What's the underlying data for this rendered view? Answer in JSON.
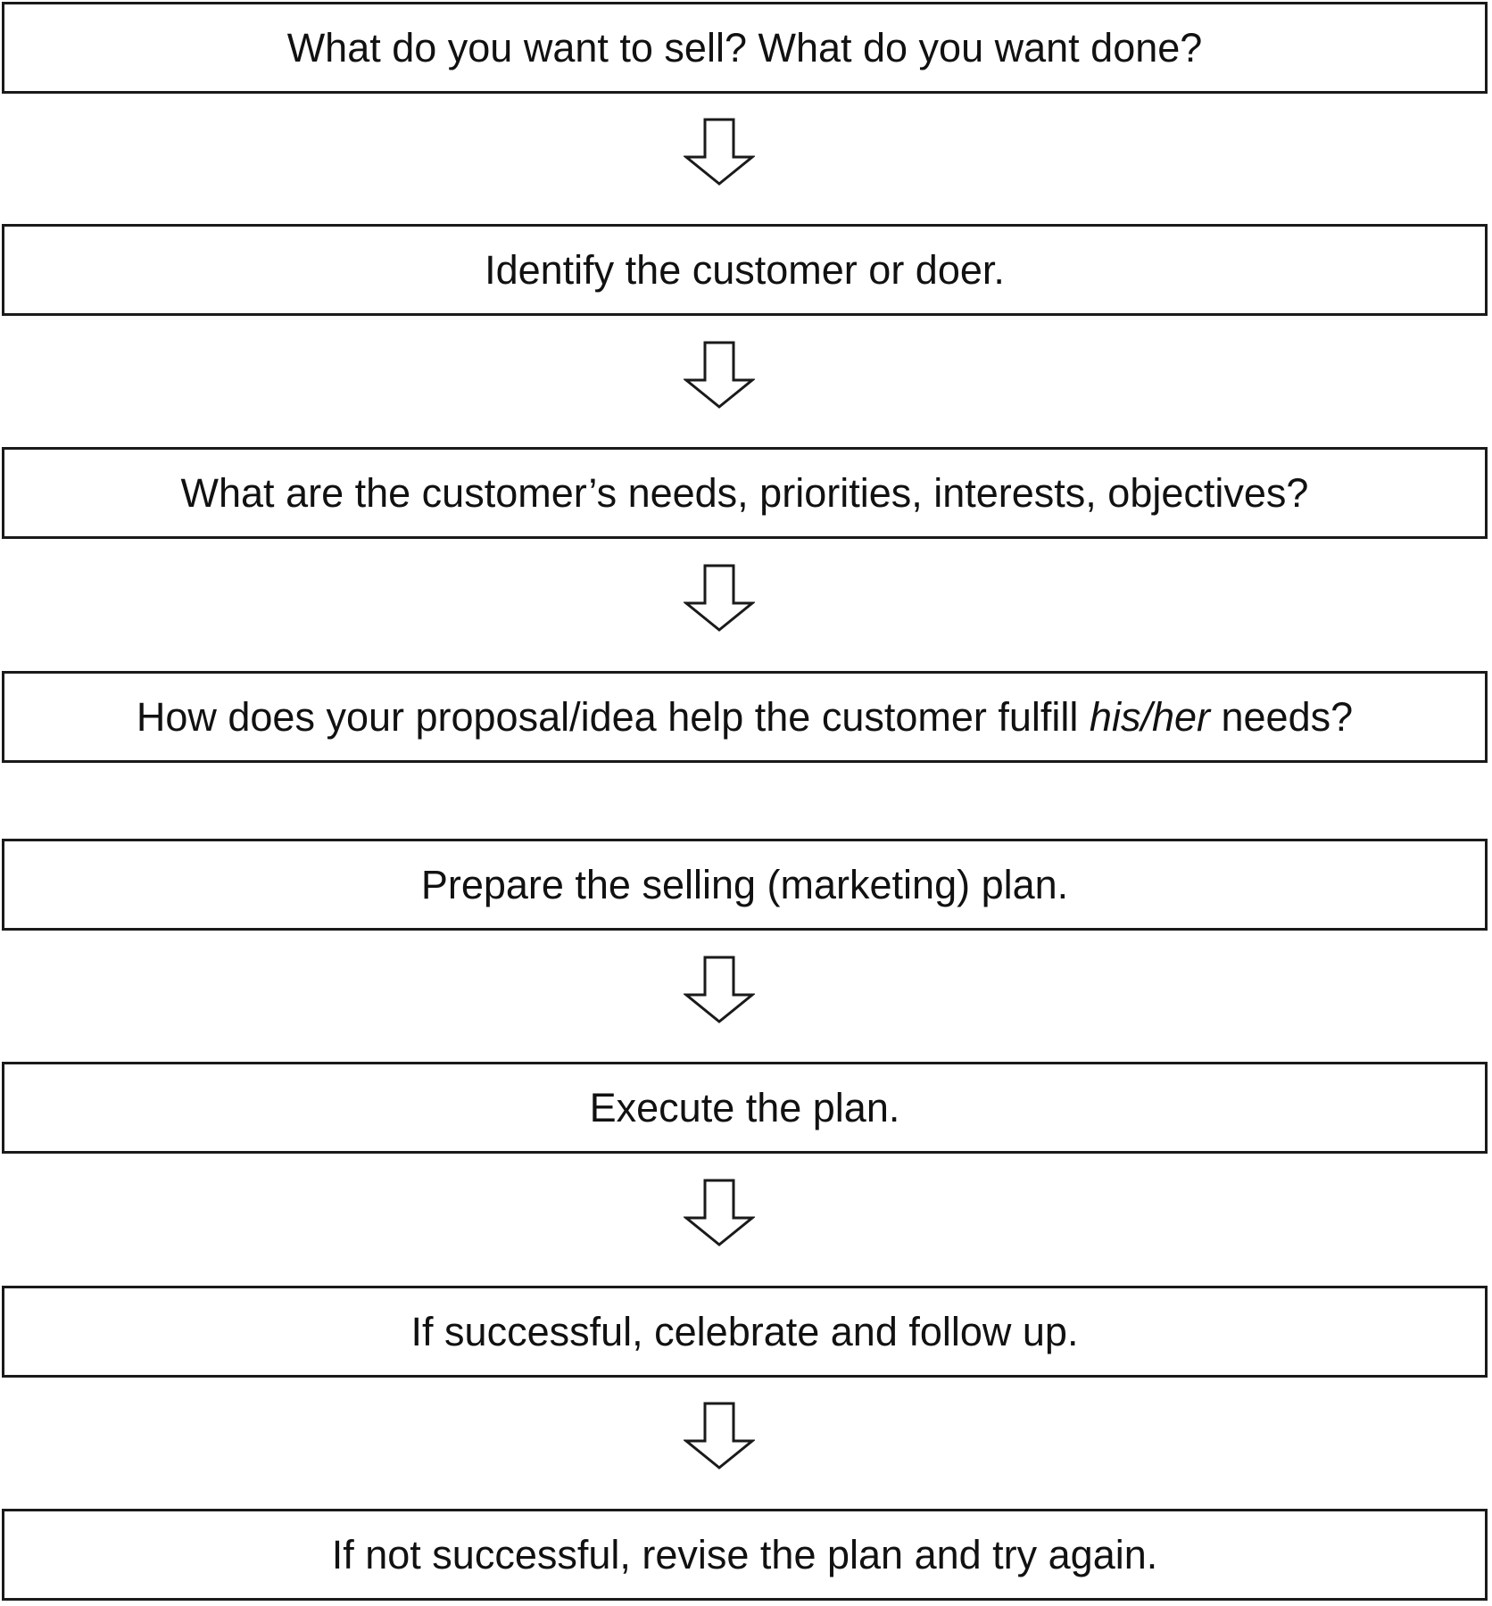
{
  "flowchart": {
    "steps": [
      {
        "text": "What do you want to sell? What do you want done?"
      },
      {
        "text": "Identify the customer or doer."
      },
      {
        "text": "What are the customer’s needs, priorities, interests, objectives?"
      },
      {
        "before": "How does your proposal/idea help the customer fulfill ",
        "emphasis": "his/her",
        "after": " needs?"
      },
      {
        "text": "Prepare the selling (marketing) plan."
      },
      {
        "text": "Execute the plan."
      },
      {
        "text": "If successful, celebrate and follow up."
      },
      {
        "text": "If not successful, revise the plan and try again."
      }
    ],
    "arrow_icon": "hollow-down-arrow-icon",
    "colors": {
      "stroke": "#1a1a1a",
      "background": "#ffffff"
    }
  }
}
